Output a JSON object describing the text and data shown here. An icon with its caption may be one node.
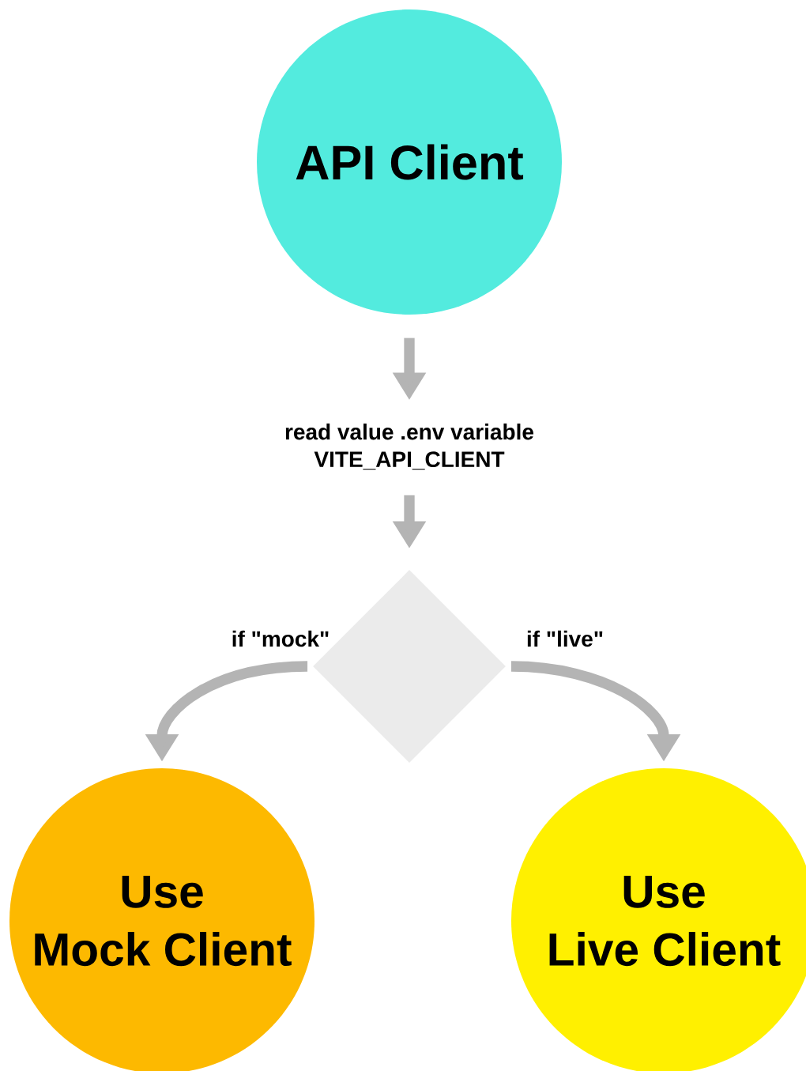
{
  "diagram": {
    "nodes": [
      {
        "text": [
          "API Client"
        ]
      },
      {
        "text": [
          "read value .env variable",
          "VITE_API_CLIENT"
        ]
      },
      {
        "text": [],
        "shape": "diamond"
      },
      {
        "text": [
          "Use",
          "Mock Client"
        ]
      },
      {
        "text": [
          "Use",
          "Live Client"
        ]
      }
    ],
    "edges": [
      {
        "from": 0,
        "to": 1,
        "arrow": "to"
      },
      {
        "from": 1,
        "to": 2,
        "arrow": "to"
      },
      {
        "from": 2,
        "to": 3,
        "arrow": "to",
        "label": "if \"mock\""
      },
      {
        "from": 2,
        "to": 4,
        "arrow": "to",
        "label": "if \"live\""
      }
    ]
  }
}
